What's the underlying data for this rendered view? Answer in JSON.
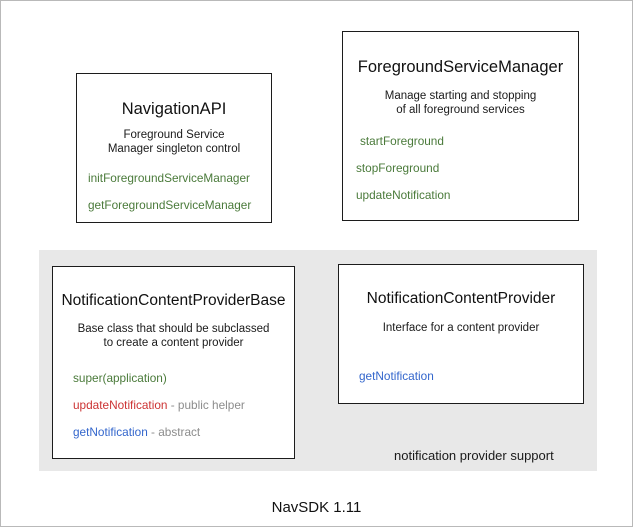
{
  "diagram": {
    "footer_caption": "NavSDK 1.11",
    "group": {
      "caption": "notification provider support",
      "background_color": "#e8e8e8"
    },
    "colors": {
      "green": "#4a7a3a",
      "red": "#cc3333",
      "blue": "#3366cc",
      "note_gray": "#8c8c8c",
      "box_border": "#1c1c1c",
      "page_background": "#ffffff"
    },
    "boxes": [
      {
        "id": "navigation-api",
        "title": "NavigationAPI",
        "description_lines": [
          "Foreground Service",
          "Manager singleton control"
        ],
        "members": [
          {
            "name": "initForegroundServiceManager",
            "color": "green",
            "note": ""
          },
          {
            "name": "getForegroundServiceManager",
            "color": "green",
            "note": ""
          }
        ]
      },
      {
        "id": "foreground-service-manager",
        "title": "ForegroundServiceManager",
        "description_lines": [
          "Manage starting and stopping",
          "of all foreground services"
        ],
        "members": [
          {
            "name": "startForeground",
            "color": "green",
            "note": ""
          },
          {
            "name": "stopForeground",
            "color": "green",
            "note": ""
          },
          {
            "name": "updateNotification",
            "color": "green",
            "note": ""
          }
        ]
      },
      {
        "id": "notification-content-provider-base",
        "title": "NotificationContentProviderBase",
        "description_lines": [
          "Base class that should be subclassed",
          "to create a content provider"
        ],
        "members": [
          {
            "name": "super(application)",
            "color": "green",
            "note": ""
          },
          {
            "name": "updateNotification",
            "color": "red",
            "note": " - public helper"
          },
          {
            "name": "getNotification",
            "color": "blue",
            "note": " - abstract"
          }
        ]
      },
      {
        "id": "notification-content-provider",
        "title": "NotificationContentProvider",
        "description_lines": [
          "Interface for a content provider"
        ],
        "members": [
          {
            "name": "getNotification",
            "color": "blue",
            "note": ""
          }
        ]
      }
    ]
  }
}
